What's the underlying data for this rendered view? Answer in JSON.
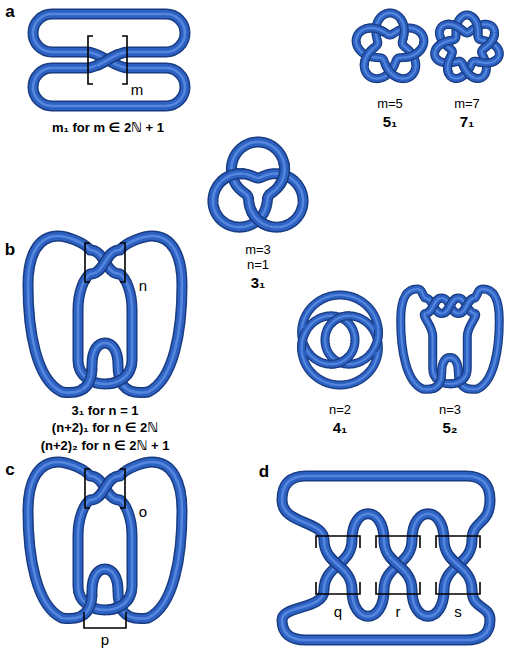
{
  "diagram": {
    "labels": [
      "a",
      "m",
      "m₁ for m ∈ 2ℕ + 1",
      "m=5",
      "5₁",
      "m=7",
      "7₁",
      "m=3",
      "n=1",
      "3₁",
      "b",
      "n",
      "3₁ for n = 1",
      "(n+2)₁ for n ∈ 2ℕ",
      "(n+2)₂ for n ∈ 2ℕ + 1",
      "n=2",
      "4₁",
      "n=3",
      "5₂",
      "c",
      "o",
      "p",
      "d",
      "q",
      "r",
      "s"
    ]
  }
}
